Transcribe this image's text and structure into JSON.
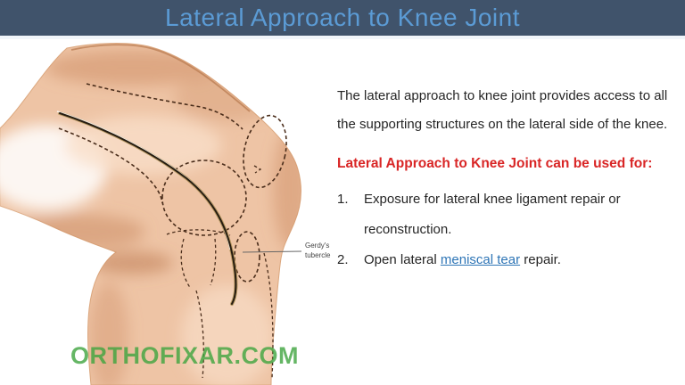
{
  "header": {
    "title": "Lateral Approach to Knee Joint"
  },
  "panel": {
    "intro_lines": [
      "The lateral approach to knee joint provides access to all",
      "the supporting structures on the lateral side of the knee."
    ],
    "heading": "Lateral Approach to Knee Joint can be used for:",
    "items": [
      {
        "num": "1.",
        "lines": [
          "Exposure for lateral knee ligament repair or",
          "reconstruction."
        ]
      },
      {
        "num": "2.",
        "pre": "Open lateral ",
        "link": "meniscal tear",
        "post": " repair."
      }
    ]
  },
  "figure": {
    "gerdys_label_line1": "Gerdy's",
    "gerdys_label_line2": "tubercle",
    "watermark": "ORTHOFIXAR.COM"
  },
  "colors": {
    "header_bg": "#40536b",
    "header_text": "#5b9bd5",
    "heading_red": "#d92626",
    "link_blue": "#2e75b6",
    "watermark_green": "#3fa53f",
    "skin_base": "#eec4a5",
    "incision_dark": "#271c10",
    "dashed_line": "#4a2d1b"
  }
}
